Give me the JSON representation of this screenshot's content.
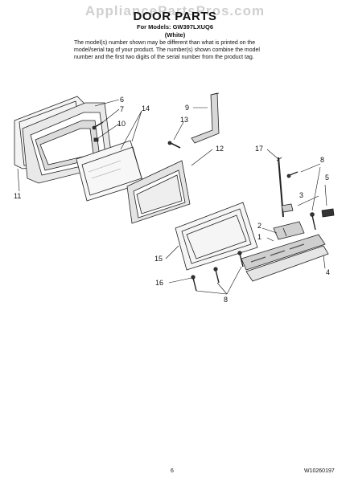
{
  "watermark": "AppliancePartsPros.com",
  "header": {
    "title": "DOOR PARTS",
    "models": "For Models: GW397LXUQ6",
    "color": "(White)",
    "note": "The model(s) number shown may be different than what is printed on the model/serial tag of your product. The number(s) shown combine the model number and the first two digits of the serial number from the product tag."
  },
  "callouts": {
    "c1": "1",
    "c2": "2",
    "c3": "3",
    "c4": "4",
    "c5": "5",
    "c6": "6",
    "c7": "7",
    "c8a": "8",
    "c8b": "8",
    "c9": "9",
    "c10": "10",
    "c11": "11",
    "c12": "12",
    "c13": "13",
    "c14": "14",
    "c15": "15",
    "c16": "16",
    "c17": "17"
  },
  "footer": {
    "page": "6",
    "doc_number": "W10260197"
  }
}
